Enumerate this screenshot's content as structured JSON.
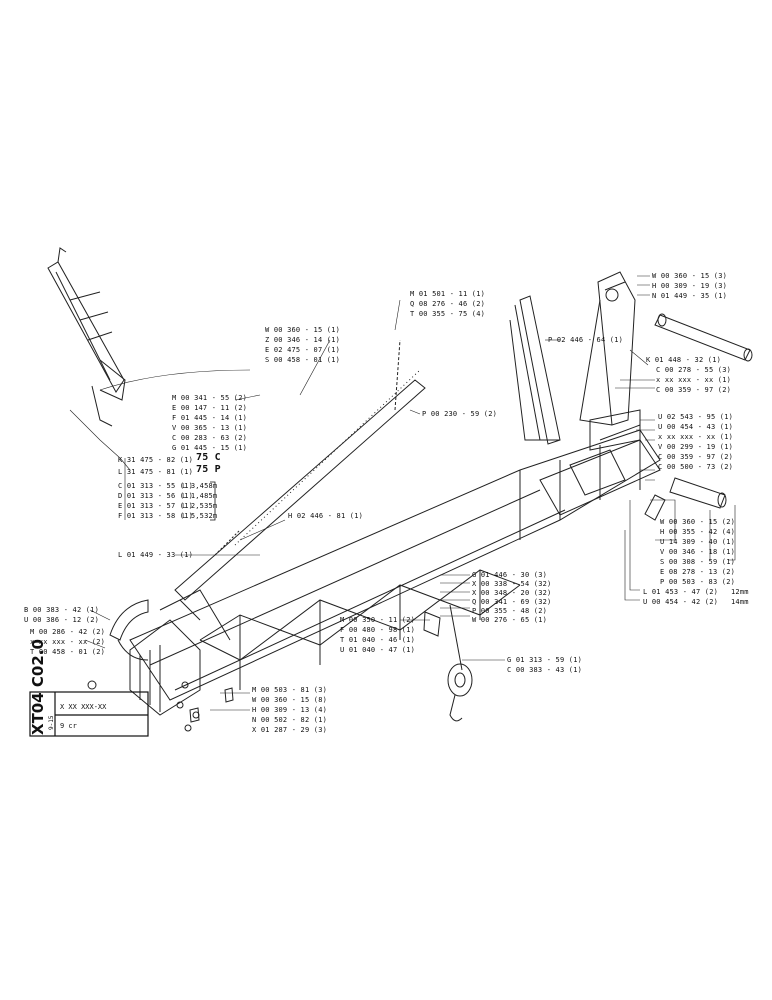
{
  "title_block": {
    "drawing_number": "XT04 C02.0",
    "part_code": "X XX XXX-XX",
    "sheet_ref": "9-15",
    "sheet_size": "9 cr"
  },
  "callouts": {
    "top_right_block": [
      "W 00 360 - 15 (3)",
      "H 00 309 - 19 (3)",
      "N 01 449 - 35 (1)"
    ],
    "k_block": [
      "K 01 448 - 32 (1)",
      "C 00 278 - 55 (3)",
      "x xx xxx - xx (1)",
      "C 00 359 - 97 (2)"
    ],
    "u_block": [
      "U 02 543 - 95 (1)",
      "U 00 454 - 43 (1)",
      "x xx xxx - xx (1)",
      "V 00 299 - 19 (1)",
      "C 00 359 - 97 (2)",
      "C 00 500 - 73 (2)"
    ],
    "w_block": [
      "W 00 360 - 15 (2)",
      "H 00 355 - 42 (4)",
      "U 14 309 - 40 (1)",
      "V 00 346 - 18 (1)",
      "S 00 308 - 59 (1)",
      "E 08 278 - 13 (2)",
      "P 00 503 - 83 (2)"
    ],
    "l_block": [
      "L 01 453 - 47 (2)",
      "U 00 454 - 42 (2)"
    ],
    "l_block_sizes": [
      "12mm",
      "14mm"
    ],
    "p_right": "P 02 446 - 64 (1)",
    "m_top": [
      "M 01 501 - 11 (1)",
      "Q 08 276 - 46 (2)",
      "T 00 355 - 75 (4)"
    ],
    "p_mid": "P 00 230 - 59 (2)",
    "w_left": [
      "W 00 360 - 15 (1)",
      "Z 00 346 - 14 (1)",
      "E 02 475 - 07 (1)",
      "S 00 458 - 01 (1)"
    ],
    "m_left": [
      "M 00 341 - 55 (2)",
      "E 00 147 - 11 (2)",
      "F 01 445 - 14 (1)",
      "V 00 365 - 13 (1)",
      "C 00 283 - 63 (2)",
      "G 01 445 - 15 (1)"
    ],
    "k_left": [
      {
        "code": "K 31 475 - 82 (1)",
        "model": "75 C"
      },
      {
        "code": "L 31 475 - 81 (1)",
        "model": "75 P"
      }
    ],
    "c_left": [
      {
        "code": "C 01 313 - 55 (1)",
        "length": "L 3,458m"
      },
      {
        "code": "D 01 313 - 56 (1)",
        "length": "L 1,485m"
      },
      {
        "code": "E 01 313 - 57 (1)",
        "length": "L 2,535m"
      },
      {
        "code": "F 01 313 - 58 (1)",
        "length": "L 5,532m"
      }
    ],
    "h_mid": "H 02 446 - 81 (1)",
    "l_mid": "L 01 449 - 33 (1)",
    "g_mid": [
      "G 01 446 - 30 (3)",
      "X 00 338 - 54 (32)",
      "X 00 348 - 20 (32)",
      "Q 00 341 - 69 (32)",
      "P 00 355 - 48 (2)",
      "W 00 276 - 65 (1)"
    ],
    "m_mid": [
      "M 00 350 - 11 (2)",
      "F 00 480 - 98 (1)",
      "T 01 040 - 46 (1)",
      "U 01 040 - 47 (1)"
    ],
    "g_hook": [
      "G 01 313 - 59 (1)",
      "C 00 383 - 43 (1)"
    ],
    "b_left": [
      "B 00 383 - 42 (1)",
      "U 00 386 - 12 (2)"
    ],
    "m_low": [
      "M 00 286 - 42 (2)",
      "x xx xxx - xx (2)",
      "T 00 458 - 01 (2)"
    ],
    "m_bottom": [
      "M 00 503 - 81 (3)",
      "W 00 360 - 15 (8)",
      "H 00 309 - 13 (4)",
      "N 00 502 - 82 (1)",
      "X 01 287 - 29 (3)"
    ]
  }
}
